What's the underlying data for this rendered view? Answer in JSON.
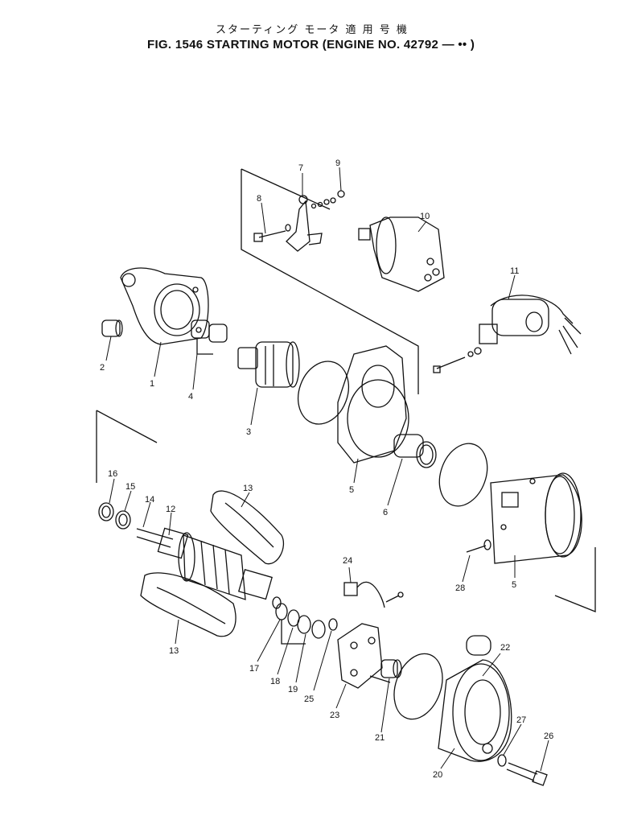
{
  "header": {
    "japanese_title": "スターティング モータ 適 用 号 機",
    "figure_title": "FIG. 1546 STARTING MOTOR (ENGINE NO. 42792 — •• )"
  },
  "callouts": [
    "1",
    "2",
    "3",
    "4",
    "5",
    "5",
    "6",
    "7",
    "8",
    "9",
    "10",
    "11",
    "12",
    "13",
    "13",
    "14",
    "15",
    "16",
    "17",
    "18",
    "19",
    "20",
    "21",
    "22",
    "23",
    "24",
    "25",
    "26",
    "27",
    "28"
  ],
  "colors": {
    "ink": "#111111",
    "paper": "#ffffff"
  }
}
